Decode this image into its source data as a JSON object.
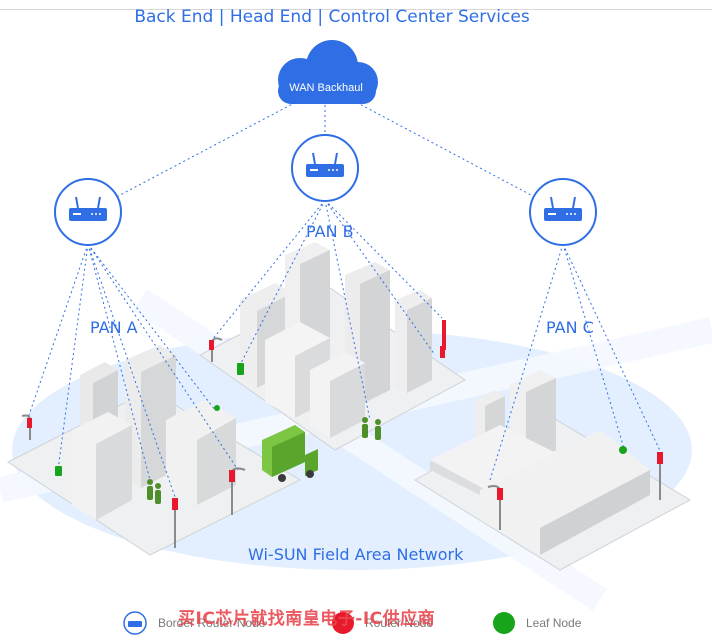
{
  "header": {
    "title": "Back End | Head End | Control Center Services"
  },
  "cloud": {
    "label": "WAN Backhaul"
  },
  "pans": [
    {
      "label": "PAN A"
    },
    {
      "label": "PAN B"
    },
    {
      "label": "PAN C"
    }
  ],
  "network": {
    "label": "Wi-SUN Field Area Network"
  },
  "legend": {
    "border_router": "Border Router Node",
    "router": "Router Node",
    "leaf": "Leaf Node"
  },
  "watermark": "买IC芯片就找南皇电子-IC供应商",
  "colors": {
    "accent": "#2f6ee5",
    "router": "#e8192c",
    "leaf": "#17a31a",
    "field": "#e3efff"
  }
}
